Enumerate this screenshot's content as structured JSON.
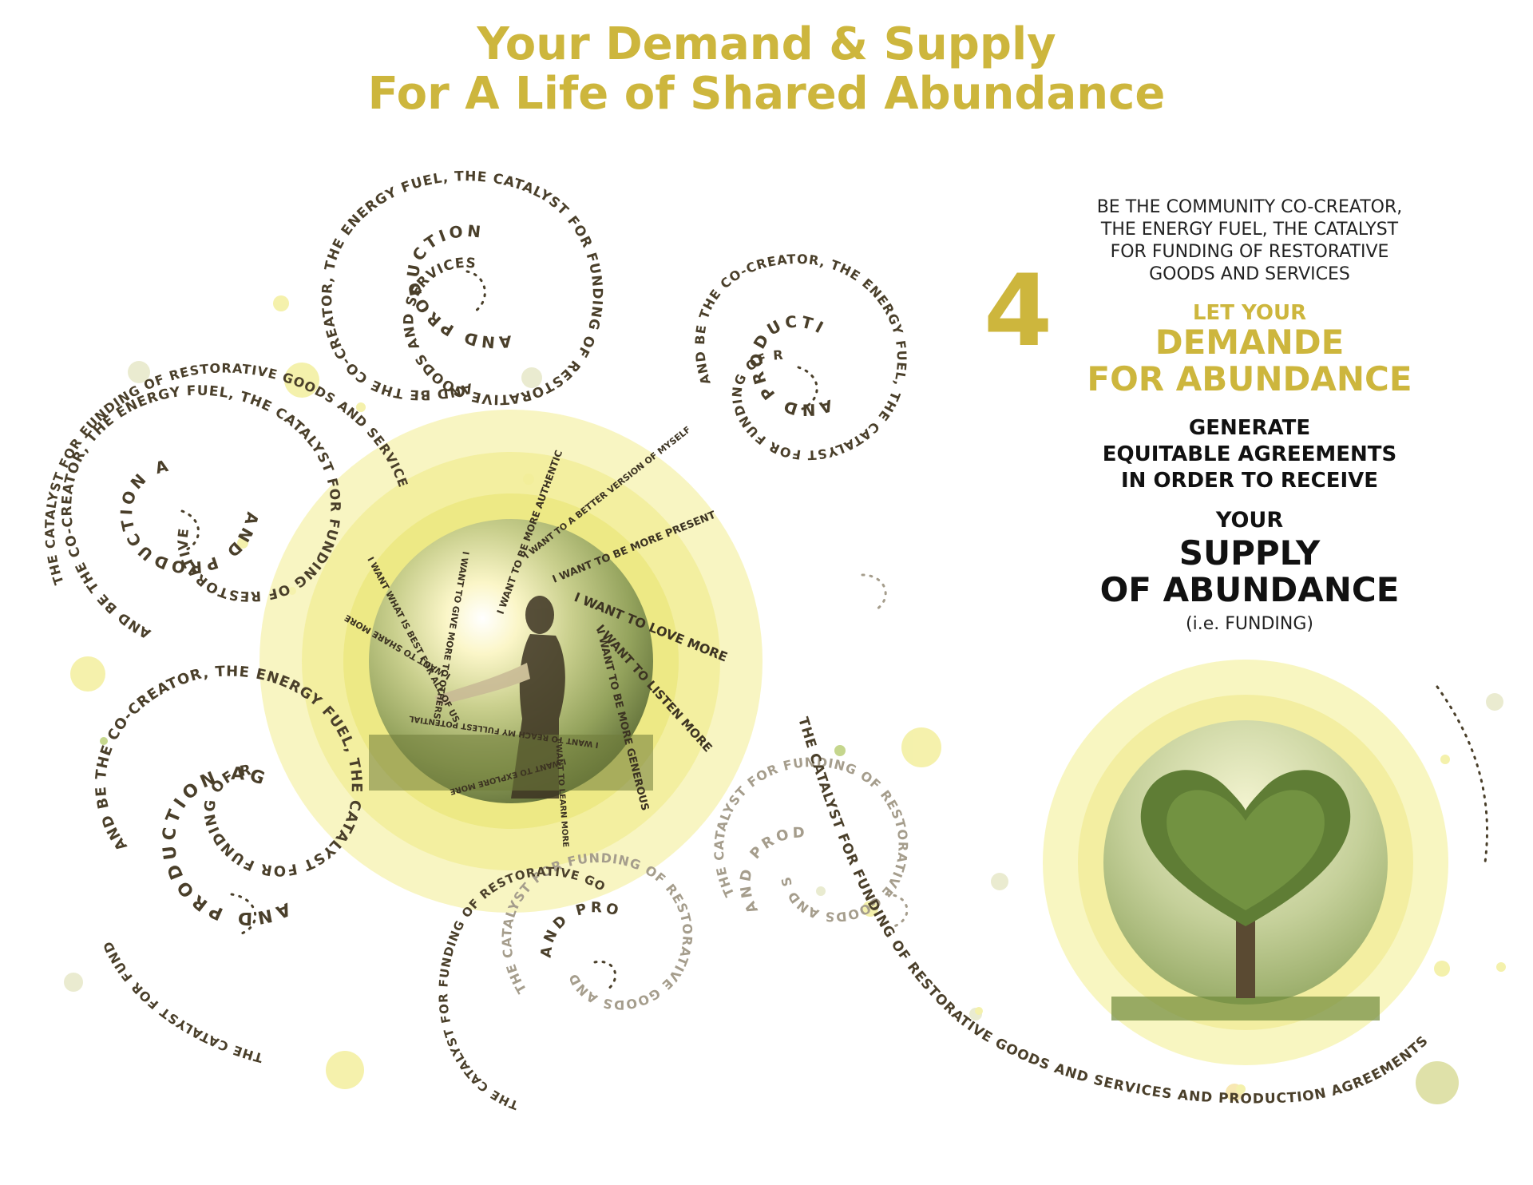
{
  "title": {
    "line1": "Your Demand & Supply",
    "line2": "For A Life of Shared Abundance"
  },
  "step": {
    "number": "4",
    "intro": [
      "BE THE COMMUNITY CO-CREATOR,",
      "THE ENERGY FUEL, THE CATALYST",
      "FOR FUNDING OF RESTORATIVE",
      "GOODS AND SERVICES"
    ],
    "let_your": "LET YOUR",
    "demande_line1": "DEMANDE",
    "demande_line2": "FOR ABUNDANCE",
    "generate_lines": [
      "GENERATE",
      "EQUITABLE AGREEMENTS",
      "IN ORDER TO RECEIVE"
    ],
    "your": "YOUR",
    "supply_line1": "SUPPLY",
    "supply_line2": "OF ABUNDANCE",
    "note": "(i.e. FUNDING)"
  },
  "spirals": {
    "outer_text": "THE CATALYST FOR FUNDING OF RESTORATIVE GOODS AND SERVICES",
    "co_creator_text": "AND BE THE CO-CREATOR, THE ENERGY FUEL, THE CATALYST FOR FUNDING OF RESTORATIVE GOODS AND SERVICES",
    "inner_text": "AND PRODUCTION AGREEMENTS",
    "long_tail_text": "THE CATALYST FOR FUNDING OF RESTORATIVE GOODS AND SERVICES AND PRODUCTION AGREEMENTS"
  },
  "wants": [
    "I WANT TO BE MORE AUTHENTIC",
    "I WANT TO GIVE MORE TO OTHERS",
    "I WANT WHAT IS BEST FOR ALL OF US",
    "I WANT TO SHARE MORE",
    "I WANT TO REACH MY FULLEST POTENTIAL",
    "I WANT TO EXPLORE MORE",
    "I WANT TO LEARN MORE",
    "I WANT TO BE MORE GENEROUS",
    "I WANT TO LISTEN MORE",
    "I WANT TO LOVE MORE",
    "I WANT TO BE MORE PRESENT",
    "I WANT TO A BETTER VERSION OF MYSELF"
  ],
  "colors": {
    "gold": "#cdb63d",
    "spiral_dark": "#4a3f2a",
    "spiral_light": "#a59d8c",
    "glow": "#f4f0a0"
  }
}
